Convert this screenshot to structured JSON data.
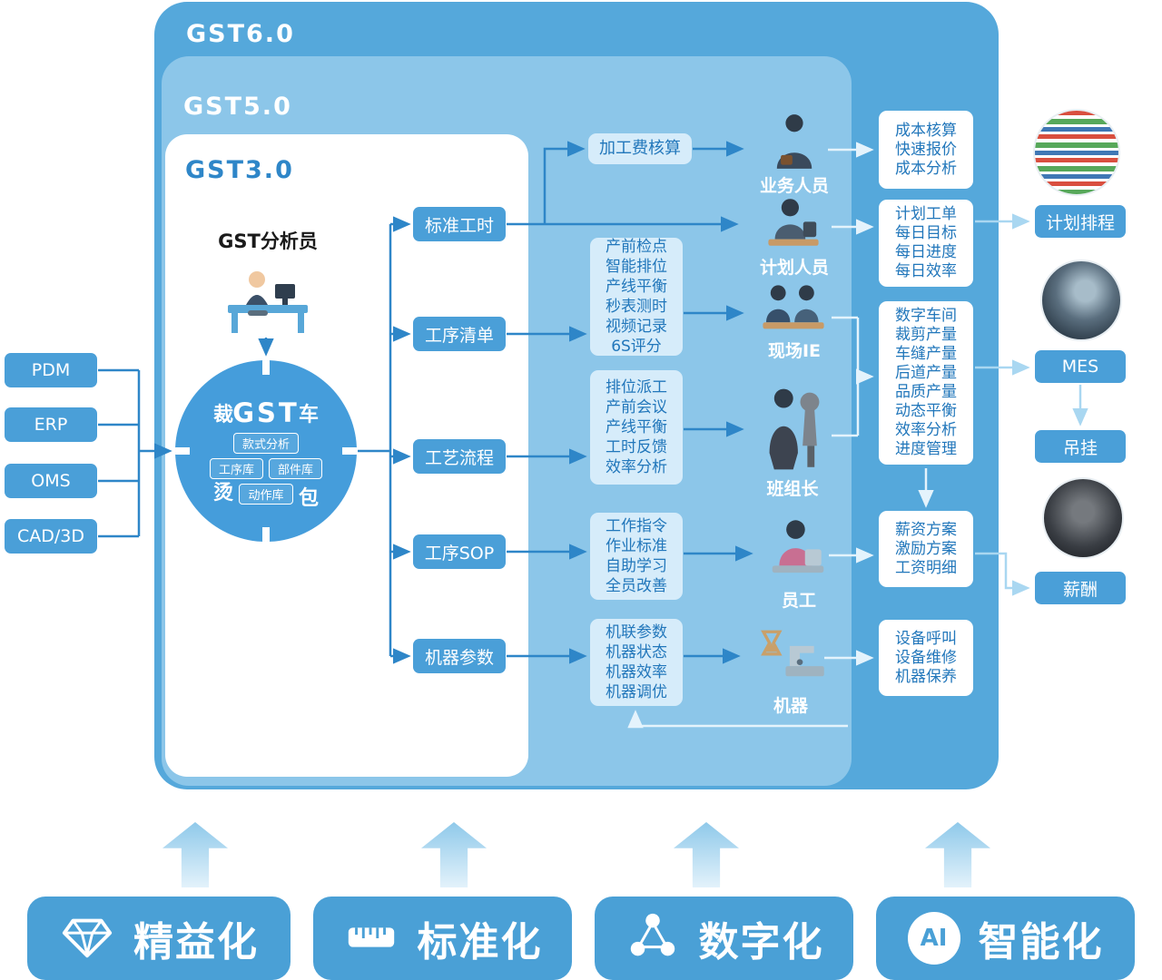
{
  "versions": {
    "outer": "GST6.0",
    "middle": "GST5.0",
    "inner": "GST3.0"
  },
  "inputs": {
    "items": [
      "PDM",
      "ERP",
      "OMS",
      "CAD/3D"
    ]
  },
  "analyst": {
    "label": "GST分析员"
  },
  "core": {
    "title": "GST",
    "ring": [
      "裁",
      "车",
      "烫",
      "包"
    ],
    "modules": {
      "style": "款式分析",
      "process_lib": "工序库",
      "part_lib": "部件库",
      "action_lib": "动作库"
    }
  },
  "outputs": {
    "items": [
      "标准工时",
      "工序清单",
      "工艺流程",
      "工序SOP",
      "机器参数"
    ]
  },
  "process_boxes": [
    {
      "lines": [
        "加工费核算"
      ]
    },
    {
      "lines": [
        "产前检点",
        "智能排位",
        "产线平衡",
        "秒表测时",
        "视频记录",
        "6S评分"
      ]
    },
    {
      "lines": [
        "排位派工",
        "产前会议",
        "产线平衡",
        "工时反馈",
        "效率分析"
      ]
    },
    {
      "lines": [
        "工作指令",
        "作业标准",
        "自助学习",
        "全员改善"
      ]
    },
    {
      "lines": [
        "机联参数",
        "机器状态",
        "机器效率",
        "机器调优"
      ]
    }
  ],
  "roles": {
    "items": [
      "业务人员",
      "计划人员",
      "现场IE",
      "班组长",
      "员工",
      "机器"
    ]
  },
  "result_boxes": [
    {
      "lines": [
        "成本核算",
        "快速报价",
        "成本分析"
      ]
    },
    {
      "lines": [
        "计划工单",
        "每日目标",
        "每日进度",
        "每日效率"
      ]
    },
    {
      "lines": [
        "数字车间",
        "裁剪产量",
        "车缝产量",
        "后道产量",
        "品质产量",
        "动态平衡",
        "效率分析",
        "进度管理"
      ]
    },
    {
      "lines": [
        "薪资方案",
        "激励方案",
        "工资明细"
      ]
    },
    {
      "lines": [
        "设备呼叫",
        "设备维修",
        "机器保养"
      ]
    }
  ],
  "right_modules": {
    "items": [
      "计划排程",
      "MES",
      "吊挂",
      "薪酬"
    ]
  },
  "pillars": {
    "items": [
      {
        "label": "精益化",
        "icon": "gem-icon"
      },
      {
        "label": "标准化",
        "icon": "ruler-icon"
      },
      {
        "label": "数字化",
        "icon": "network-icon"
      },
      {
        "label": "智能化",
        "icon": "ai-icon",
        "icon_text": "AI"
      }
    ]
  },
  "colors": {
    "panel_outer": "#55a8db",
    "panel_middle": "#8cc6e9",
    "node_blue": "#4a9fd8",
    "list_bg": "#d6ecfa",
    "text_blue": "#2277bb",
    "wire_blue": "#2e86c8",
    "wire_light": "#e4f3fc",
    "wire_mid": "#a9d7f1"
  }
}
